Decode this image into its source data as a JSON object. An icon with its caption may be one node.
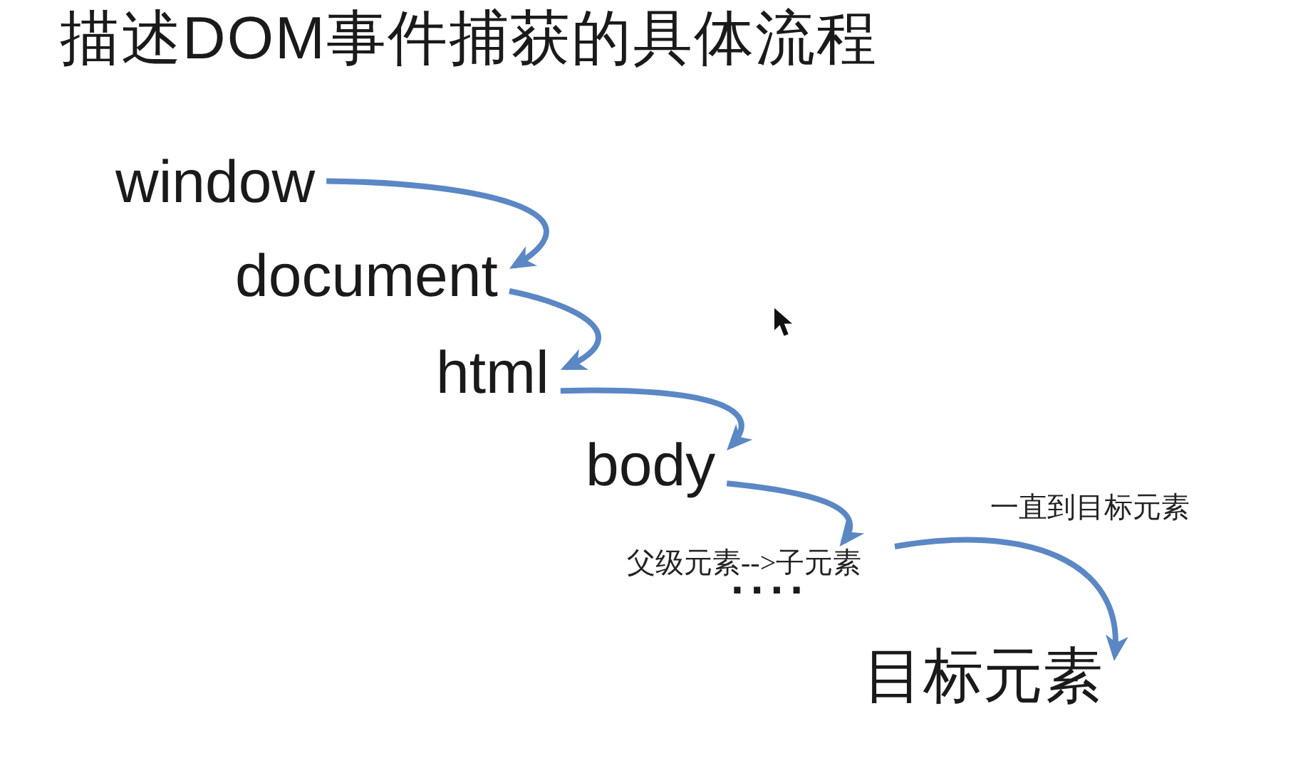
{
  "diagram": {
    "title": "描述DOM事件捕获的具体流程",
    "nodes": [
      {
        "text": [
          "window"
        ]
      },
      {
        "text": [
          "document"
        ]
      },
      {
        "text": [
          "html"
        ]
      },
      {
        "text": [
          "body"
        ]
      },
      {
        "text": [
          "...."
        ],
        "beside": [
          "父级元素-->子元素"
        ]
      },
      {
        "text": [
          "目标元素"
        ]
      }
    ],
    "edges": [
      {
        "from": 0,
        "to": 1,
        "arrow": "to"
      },
      {
        "from": 1,
        "to": 2,
        "arrow": "to"
      },
      {
        "from": 2,
        "to": 3,
        "arrow": "to"
      },
      {
        "from": 3,
        "to": 4,
        "arrow": "to"
      },
      {
        "from": 4,
        "to": 5,
        "arrow": "to",
        "label": "一直到目标元素"
      }
    ]
  }
}
